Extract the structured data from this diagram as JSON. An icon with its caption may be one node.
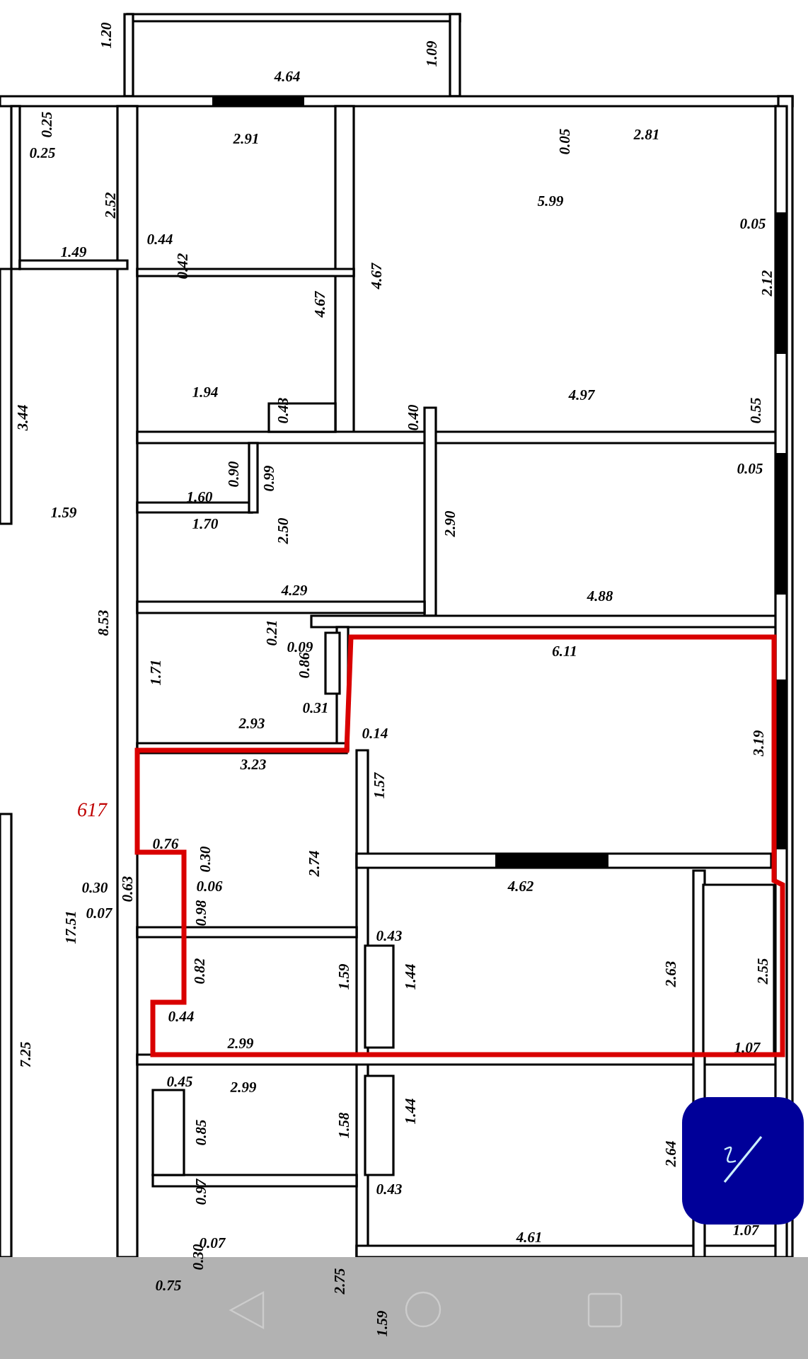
{
  "diagram": {
    "labels": [
      "1.20",
      "4.64",
      "1.09",
      "0.25",
      "0.25",
      "2.91",
      "0.05",
      "2.81",
      "5.99",
      "2.52",
      "0.44",
      "0.42",
      "4.67",
      "4.67",
      "0.05",
      "2.12",
      "1.49",
      "1.94",
      "0.43",
      "0.40",
      "4.97",
      "0.55",
      "0.05",
      "3.44",
      "0.90",
      "0.99",
      "1.60",
      "1.70",
      "1.59",
      "2.50",
      "2.90",
      "4.29",
      "4.88",
      "8.53",
      "0.21",
      "0.09",
      "6.11",
      "1.71",
      "0.86",
      "3.19",
      "0.31",
      "2.93",
      "0.14",
      "3.23",
      "1.57",
      "617",
      "0.76",
      "0.30",
      "2.74",
      "0.30",
      "0.63",
      "0.06",
      "4.62",
      "0.07",
      "0.98",
      "17.51",
      "0.43",
      "0.82",
      "1.59",
      "1.44",
      "2.63",
      "2.55",
      "0.44",
      "2.99",
      "1.07",
      "7.25",
      "2.99",
      "0.45",
      "0.85",
      "1.58",
      "1.44",
      "2.64",
      "0.97",
      "0.43",
      "0.07",
      "1.07",
      "4.61",
      "0.30",
      "0.75",
      "2.75",
      "1.59"
    ]
  }
}
